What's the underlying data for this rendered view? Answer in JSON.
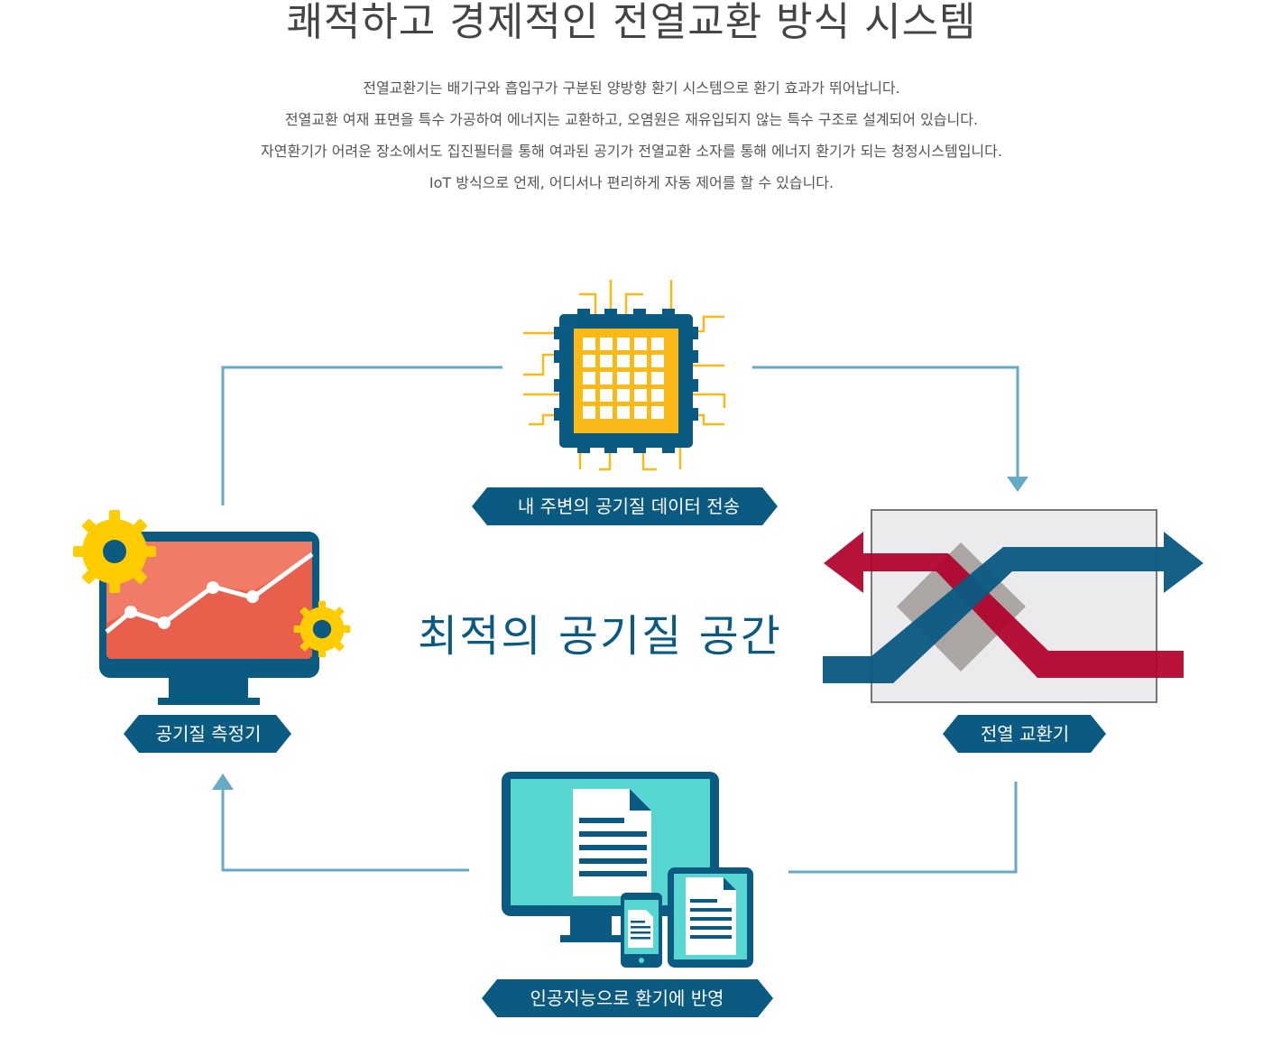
{
  "header": {
    "title": "쾌적하고 경제적인 전열교환 방식 시스템",
    "description": [
      "전열교환기는 배기구와 흡입구가 구분된 양방향 환기 시스템으로 환기 효과가 뛰어납니다.",
      "전열교환 여재 표면을 특수 가공하여 에너지는 교환하고, 오염원은 재유입되지 않는 특수 구조로 설계되어 있습니다.",
      "자연환기가 어려운 장소에서도 집진필터를 통해 여과된 공기가 전열교환 소자를 통해 에너지 환기가 되는 청정시스템입니다.",
      "IoT 방식으로 언제, 어디서나 편리하게 자동 제어를 할 수 있습니다."
    ]
  },
  "diagram": {
    "center_text": "최적의 공기질 공간",
    "nodes": {
      "chip": {
        "label": "내 주변의 공기질 데이터 전송",
        "icon": "chip-icon"
      },
      "meter": {
        "label": "공기질 측정기",
        "icon": "monitor-chart-icon"
      },
      "exchanger": {
        "label": "전열 교환기",
        "icon": "heat-exchange-icon"
      },
      "ai": {
        "label": "인공지능으로 환기에 반영",
        "icon": "devices-document-icon"
      }
    }
  },
  "colors": {
    "navy": "#0b5a82",
    "arrow_line": "#66aac5",
    "chip_yellow": "#fbb918",
    "chart_red": "#e85f4b",
    "gear_yellow": "#ffcc00",
    "crimson": "#b1002a",
    "teal": "#57d6d2",
    "gray_box": "#ebebee"
  }
}
